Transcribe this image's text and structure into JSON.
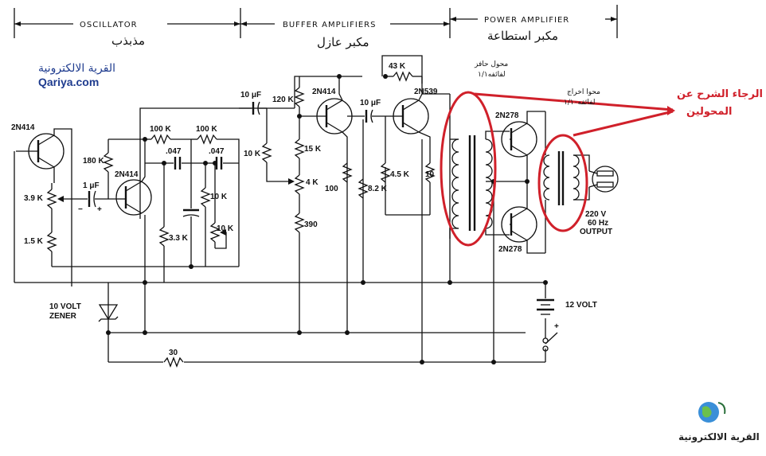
{
  "header": {
    "section_oscillator": "OSCILLATOR",
    "section_buffer": "BUFFER AMPLIFIERS",
    "section_power": "POWER AMPLIFIER",
    "osc_arabic": "مذبذب",
    "buffer_arabic": "مكبر عازل",
    "power_arabic": "مكبر استطاعة"
  },
  "branding": {
    "site_arabic": "القرية الالكترونية",
    "site_latin": "Qariya.com",
    "logo_caption": "القرية الالكترونية"
  },
  "annotations": {
    "driver_transformer_line1": "محول حافز",
    "driver_transformer_line2": "لفائفه١/١",
    "output_transformer_line1": "محوا اخراج",
    "output_transformer_line2": "لفائفه١/١٠",
    "question_line1": "الرجاء الشرح عن",
    "question_line2": "المحولين"
  },
  "components": {
    "q1": "2N414",
    "q2": "2N414",
    "q3": "2N414",
    "q4": "2N539",
    "q5": "2N278",
    "q6": "2N278",
    "r_100k_a": "100 K",
    "r_100k_b": "100 K",
    "c_047_a": ".047",
    "c_047_b": ".047",
    "c_10uf_a": "10 μF",
    "c_10uf_b": "10 μF",
    "c_1uf": "1 μF",
    "r_120k": "120 K",
    "r_43k": "43 K",
    "r_180k": "180 K",
    "r_39k": "3.9 K",
    "r_15k_a": "1.5 K",
    "r_10k_a": "10 K",
    "r_15k_b": "15 K",
    "r_4k": "4 K",
    "r_390": "390",
    "r_100": "100",
    "r_82k": "8.2 K",
    "r_45k": "4.5 K",
    "r_10": "10",
    "r_10k_b": "10 K",
    "r_10k_c": "10 K",
    "r_33k": "3.3 K",
    "r_30": "30",
    "zener": "10 VOLT\nZENER",
    "zener_l1": "10 VOLT",
    "zener_l2": "ZENER",
    "battery": "12 VOLT",
    "output_l1": "220 V",
    "output_l2": "60 Hz",
    "output_l3": "OUTPUT"
  }
}
